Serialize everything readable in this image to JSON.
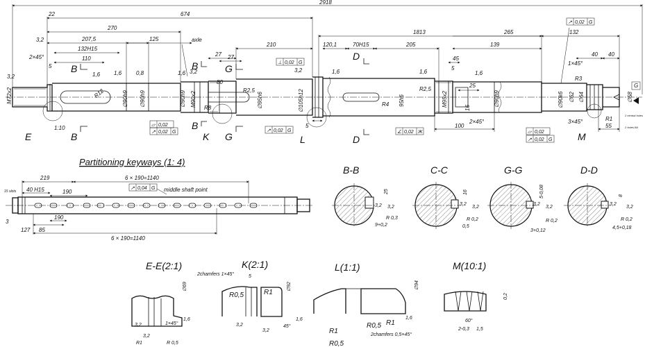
{
  "dimensions_top": {
    "overall": "2918",
    "d22": "22",
    "d674": "674",
    "d270": "270",
    "d207_5": "207,5",
    "d132h15": "132H15",
    "d110": "110",
    "d125": "125",
    "d3_2": "3,2",
    "d2x45": "2×45°",
    "d5a": "5",
    "d210": "210",
    "d27a": "27",
    "d27b": "27",
    "d120_1": "120,1",
    "d1813": "1813",
    "d70h15": "70H15",
    "d205": "205",
    "d265": "265",
    "d132b": "132",
    "d45": "45",
    "d139": "139",
    "d40a": "40",
    "d40b": "40",
    "d5b": "5",
    "d1x45": "1×45°",
    "d3x45": "3×45°",
    "d55": "55",
    "d100": "100",
    "d2x45b": "2×45°",
    "d25": "25",
    "d16": "16",
    "d80": "80",
    "d5c": "5"
  },
  "labels_main": {
    "axle": "axle",
    "m72x2": "M72x2",
    "r12": "R12",
    "taper": "1:10",
    "d90h9a": "∅90h9",
    "d90h9b": "∅90h9",
    "d90h9c": "∅90h9",
    "m90x2": "M90x2",
    "d95h6a": "∅95h6",
    "d105h12": "∅105h12",
    "d95h6b": "95h6",
    "m95x2": "M95x2",
    "d90h9d": "∅90h9",
    "d90k6": "∅90k6",
    "d62": "∅62",
    "d64": "∅64",
    "d58": "∅58",
    "r2_5a": "R2,5",
    "r2_5b": "R2,5",
    "r4": "R4",
    "r8": "R8",
    "r3": "R3",
    "r1": "R1",
    "rough16a": "1,6",
    "rough16b": "1,6",
    "rough08": "0,8",
    "rough16c": "1,6",
    "rough32a": "3,2",
    "rough32b": "3,2",
    "rough16d": "1,6",
    "rough16e": "1,6",
    "rough16f": "1,6",
    "rough32c": "3,2",
    "g_ref": "G",
    "center_holes": "2 central holes",
    "holes_b": "2 holes B4"
  },
  "views": {
    "E": "E",
    "K": "K",
    "L": "L",
    "M": "M",
    "B": "B",
    "G": "G",
    "D": "D"
  },
  "tolerance_frames": [
    {
      "sym": "▱",
      "val": "0,02",
      "ref": ""
    },
    {
      "sym": "↗",
      "val": "0,02",
      "ref": "G"
    },
    {
      "sym": "↗",
      "val": "0,02",
      "ref": "G"
    },
    {
      "sym": "⊥",
      "val": "0,02",
      "ref": "G"
    },
    {
      "sym": "↗",
      "val": "0,02",
      "ref": "G"
    },
    {
      "sym": "∠",
      "val": "0,02",
      "ref": "Ж"
    },
    {
      "sym": "▱",
      "val": "0,02",
      "ref": ""
    },
    {
      "sym": "↗",
      "val": "0,02",
      "ref": "G"
    },
    {
      "sym": "↗",
      "val": "0,04",
      "ref": "G"
    }
  ],
  "partition": {
    "title": "Partitioning keyways (1: 4)",
    "d219": "219",
    "d6x190_top": "6 × 190=1140",
    "d40h15": "40 H15",
    "d190a": "190",
    "d190b": "190",
    "d3": "3",
    "d127": "127",
    "d85": "85",
    "d6x190_bot": "6 × 190=1140",
    "slots": "15 slots",
    "middle": "middle shaft point"
  },
  "sections": {
    "bb": {
      "title": "B-B",
      "a": "25",
      "b": "3,2",
      "c": "R 0,3",
      "d": "9+0,2",
      "e": "3,2"
    },
    "cc": {
      "title": "C-C",
      "a": "16",
      "b": "3,2",
      "c": "R 0,2",
      "d": "0,5",
      "e": "3,2"
    },
    "gg": {
      "title": "G-G",
      "a": "5-0,08",
      "b": "3,2",
      "c": "R 0,2",
      "d": "3+0,12",
      "e": "3,2"
    },
    "dd": {
      "title": "D-D",
      "a": "8",
      "b": "3,2",
      "c": "R 0,2",
      "d": "4,5+0,18",
      "e": "3,2"
    }
  },
  "details": {
    "ee": {
      "title": "E-E(2:1)",
      "a": "∅69",
      "b": "1,6",
      "c": "1×45°",
      "d": "R1",
      "e": "R 0,5",
      "f": "3,2",
      "g": "3,2"
    },
    "k": {
      "title": "K(2:1)",
      "a": "2chamfers 1×45°",
      "b": "5",
      "c": "R0,5",
      "d": "R1",
      "e": "∅92",
      "f": "1,6",
      "g": "3,2",
      "h": "3,2",
      "i": "45°"
    },
    "l": {
      "title": "L(1:1)",
      "a": "∅94",
      "b": "1,6",
      "c": "R1",
      "d": "R0,5",
      "e": "R1",
      "f": "R0,5",
      "g": "2chamfers 0,5×45°"
    },
    "m": {
      "title": "M(10:1)",
      "a": "0,2",
      "b": "60°",
      "c": "2-0,3",
      "d": "1,5"
    }
  }
}
